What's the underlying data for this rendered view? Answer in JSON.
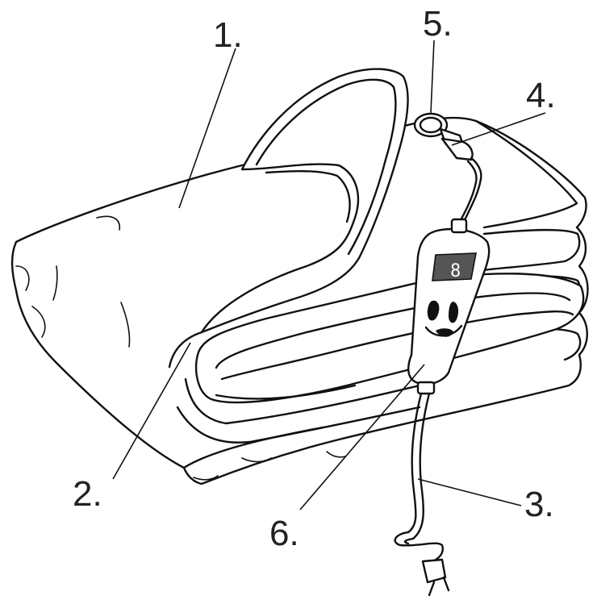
{
  "labels": {
    "blanket": "1.",
    "cover_edge": "2.",
    "power_cord": "3.",
    "connector_plug": "4.",
    "socket": "5.",
    "controller": "6."
  },
  "controller_display": "8"
}
